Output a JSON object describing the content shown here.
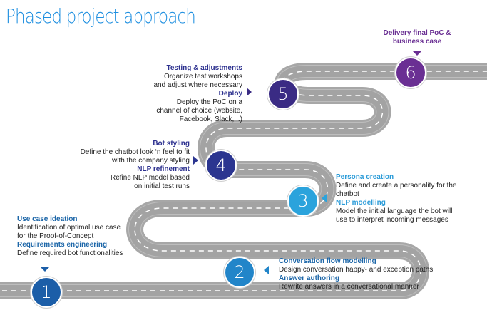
{
  "title": "Phased project approach",
  "colors": {
    "title": "#1e8fe0",
    "road": "#a9a9a9",
    "road_edge": "#ffffff"
  },
  "steps": [
    {
      "number": "1",
      "color": "#1c5ea8"
    },
    {
      "number": "2",
      "color": "#2285c9"
    },
    {
      "number": "3",
      "color": "#2ba3dc"
    },
    {
      "number": "4",
      "color": "#2b3590"
    },
    {
      "number": "5",
      "color": "#3a2b84"
    },
    {
      "number": "6",
      "color": "#6a2f93"
    }
  ],
  "phase1": {
    "h1": "Use case ideation",
    "d1": [
      "Identification of optimal use case",
      "for the Proof-of-Concept"
    ],
    "h2": "Requirements engineering",
    "d2": [
      "Define required bot functionalities"
    ]
  },
  "phase2": {
    "h1": "Conversation flow modelling",
    "d1": [
      "Design conversation happy- and exception paths"
    ],
    "h2": "Answer authoring",
    "d2": [
      "Rewrite answers in a conversational manner"
    ]
  },
  "phase3": {
    "h1": "Persona creation",
    "d1": [
      "Define and create a personality for the",
      "chatbot"
    ],
    "h2": "NLP modelling",
    "d2": [
      "Model the initial language the bot will",
      "use to interpret incoming messages"
    ]
  },
  "phase4": {
    "h1": "Bot styling",
    "d1": [
      "Define the chatbot look ‘n feel to fit",
      "with the company styling"
    ],
    "h2": "NLP refinement",
    "d2": [
      "Refine NLP model based",
      "on initial test runs"
    ]
  },
  "phase5": {
    "h1": "Testing & adjustments",
    "d1": [
      "Organize test workshops",
      "and adjust where necessary"
    ],
    "h2": "Deploy",
    "d2": [
      "Deploy the PoC on a",
      "channel of choice (website,",
      "Facebook, Slack, ..)"
    ]
  },
  "phase6": {
    "h1": [
      "Delivery final PoC &",
      "business case"
    ]
  }
}
